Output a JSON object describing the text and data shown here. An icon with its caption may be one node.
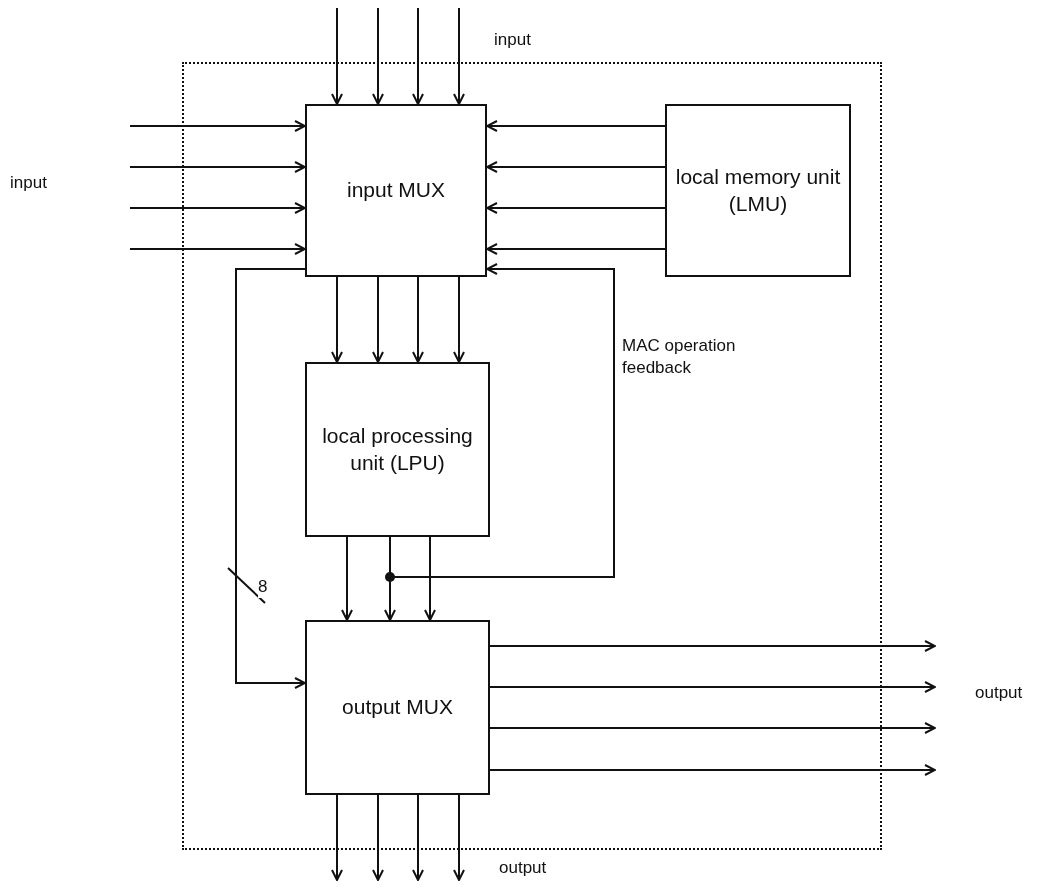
{
  "diagram": {
    "nodes": [
      {
        "text": [],
        "shape": "box"
      },
      {
        "text": [
          "input MUX"
        ],
        "in": 0
      },
      {
        "text": [
          "local memory unit (LMU)"
        ],
        "in": 0
      },
      {
        "text": [
          "local processing unit (LPU)"
        ],
        "in": 0
      },
      {
        "text": [
          "output MUX"
        ],
        "in": 0
      }
    ],
    "edges": [
      {
        "from": null,
        "to": 1,
        "arrow": "to"
      },
      {
        "from": null,
        "to": 1,
        "arrow": "to"
      },
      {
        "from": null,
        "to": 1,
        "arrow": "to"
      },
      {
        "from": null,
        "to": 1,
        "arrow": "to"
      },
      {
        "from": null,
        "to": 1,
        "arrow": "to"
      },
      {
        "from": null,
        "to": 1,
        "arrow": "to"
      },
      {
        "from": null,
        "to": 1,
        "arrow": "to"
      },
      {
        "from": null,
        "to": 1,
        "arrow": "to"
      },
      {
        "from": 2,
        "to": 1,
        "arrow": "to"
      },
      {
        "from": 2,
        "to": 1,
        "arrow": "to"
      },
      {
        "from": 2,
        "to": 1,
        "arrow": "to"
      },
      {
        "from": 2,
        "to": 1,
        "arrow": "to"
      },
      {
        "from": 1,
        "to": 3,
        "arrow": "to"
      },
      {
        "from": 1,
        "to": 3,
        "arrow": "to"
      },
      {
        "from": 1,
        "to": 3,
        "arrow": "to"
      },
      {
        "from": 1,
        "to": 3,
        "arrow": "to"
      },
      {
        "from": 3,
        "to": 4,
        "arrow": "to"
      },
      {
        "from": 3,
        "to": 4,
        "arrow": "to"
      },
      {
        "from": 3,
        "to": 4,
        "arrow": "to"
      },
      {
        "from": 3,
        "to": 1,
        "arrow": "to",
        "label": "MAC operation feedback"
      },
      {
        "from": 1,
        "to": 4,
        "arrow": "to",
        "label": "8"
      },
      {
        "from": 4,
        "to": null,
        "arrow": "to"
      },
      {
        "from": 4,
        "to": null,
        "arrow": "to"
      },
      {
        "from": 4,
        "to": null,
        "arrow": "to"
      },
      {
        "from": 4,
        "to": null,
        "arrow": "to"
      },
      {
        "from": 4,
        "to": null,
        "arrow": "to"
      },
      {
        "from": 4,
        "to": null,
        "arrow": "to"
      },
      {
        "from": 4,
        "to": null,
        "arrow": "to"
      },
      {
        "from": 4,
        "to": null,
        "arrow": "to"
      }
    ],
    "labels": [
      "input",
      "input",
      "output",
      "output"
    ]
  }
}
